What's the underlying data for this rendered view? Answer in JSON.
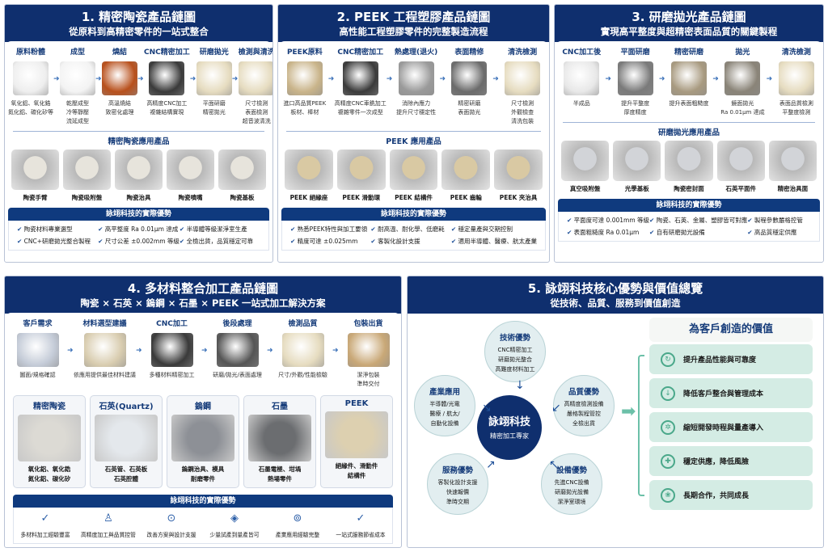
{
  "p1": {
    "title": "1. 精密陶瓷產品鏈圖",
    "subtitle": "從原料到高精密零件的一站式整合",
    "steps": [
      {
        "label": "原料粉體",
        "desc": [
          "氧化鋁、氧化鋯",
          "氮化鋁、碳化矽等"
        ],
        "color": "#eeeeee"
      },
      {
        "label": "成型",
        "desc": [
          "乾壓成型",
          "冷等靜壓",
          "流延成型"
        ],
        "color": "#f3f3f3"
      },
      {
        "label": "燒結",
        "desc": [
          "高溫燒結",
          "致密化處理"
        ],
        "color": "#b8501c"
      },
      {
        "label": "CNC精密加工",
        "desc": [
          "高精度CNC加工",
          "複雜結構實現"
        ],
        "color": "#3a3a3a"
      },
      {
        "label": "研磨拋光",
        "desc": [
          "平面研磨",
          "精密拋光"
        ],
        "color": "#e6dcc0"
      },
      {
        "label": "檢測與清洗",
        "desc": [
          "尺寸檢測",
          "表面檢測",
          "超音波清洗"
        ],
        "color": "#e6dcc0"
      }
    ],
    "products_title": "精密陶瓷應用產品",
    "products": [
      "陶瓷手臂",
      "陶瓷吸附盤",
      "陶瓷治具",
      "陶瓷噴嘴",
      "陶瓷基板"
    ],
    "adv_title": "詠翊科技的實際優勢",
    "advantages": [
      "陶瓷材料專業選型",
      "高平整度 Ra 0.01μm 達成",
      "半導體等級潔淨室生產",
      "CNC+研磨拋光整合製程",
      "尺寸公差 ±0.002mm 等級",
      "全檢出貨，品質穩定可靠"
    ]
  },
  "p2": {
    "title": "2. PEEK 工程塑膠產品鏈圖",
    "subtitle": "高性能工程塑膠零件的完整製造流程",
    "steps": [
      {
        "label": "PEEK原料",
        "desc": [
          "進口高品質PEEK",
          "板材、棒材"
        ],
        "color": "#c9b48a"
      },
      {
        "label": "CNC精密加工",
        "desc": [
          "高精度CNC車銑加工",
          "複雜零件一次成型"
        ],
        "color": "#3a3a3a"
      },
      {
        "label": "熱處理(退火)",
        "desc": [
          "消除內應力",
          "提升尺寸穩定性"
        ],
        "color": "#9a9a9a"
      },
      {
        "label": "表面精修",
        "desc": [
          "精密研磨",
          "表面拋光"
        ],
        "color": "#6b6b6b"
      },
      {
        "label": "清洗檢測",
        "desc": [
          "尺寸檢測",
          "外觀檢查",
          "清洗包裝"
        ],
        "color": "#e6dcc0"
      }
    ],
    "products_title": "PEEK 應用產品",
    "products": [
      "PEEK 絕緣座",
      "PEEK 滑動環",
      "PEEK 結構件",
      "PEEK 齒輪",
      "PEEK 夾治具"
    ],
    "adv_title": "詠翊科技的實際優勢",
    "advantages": [
      "熟悉PEEK特性與加工要領",
      "耐高溫、耐化學、低磨耗",
      "穩定量產與交期控制",
      "精度可達 ±0.025mm",
      "客製化設計支援",
      "適用半導體、醫療、航太產業"
    ]
  },
  "p3": {
    "title": "3. 研磨拋光產品鏈圖",
    "subtitle": "實現高平整度與超精密表面品質的關鍵製程",
    "steps": [
      {
        "label": "CNC加工後",
        "desc": [
          "半成品"
        ],
        "color": "#e8e8e8"
      },
      {
        "label": "平面研磨",
        "desc": [
          "提升平整度",
          "厚度精度"
        ],
        "color": "#7a7a7a"
      },
      {
        "label": "精密研磨",
        "desc": [
          "提升表面粗糙度"
        ],
        "color": "#a89a80"
      },
      {
        "label": "拋光",
        "desc": [
          "鏡面拋光",
          "Ra 0.01μm 達成"
        ],
        "color": "#8a8478"
      },
      {
        "label": "清洗檢測",
        "desc": [
          "表面品質檢測",
          "平整度檢測"
        ],
        "color": "#e6dcc0"
      }
    ],
    "products_title": "研磨拋光應用產品",
    "products": [
      "真空吸附盤",
      "光學基板",
      "陶瓷密封面",
      "石英平面件",
      "精密治具面"
    ],
    "adv_title": "詠翊科技的實際優勢",
    "advantages": [
      "平面度可達 0.001mm 等級",
      "陶瓷、石英、金屬、塑膠皆可對應",
      "製程參數嚴格控管",
      "表面粗糙度 Ra 0.01μm",
      "自有研磨拋光設備",
      "高品質穩定供應"
    ]
  },
  "p4": {
    "title": "4.  多材料整合加工產品鏈圖",
    "subtitle": "陶瓷 × 石英 × 鎢鋼 × 石墨 × PEEK  一站式加工解決方案",
    "steps": [
      {
        "label": "客戶需求",
        "desc": [
          "圖面/規格確認"
        ],
        "color": "#c5ccd8"
      },
      {
        "label": "材料選型建議",
        "desc": [
          "依應用提供最佳材料建議"
        ],
        "color": "#d9cdb0"
      },
      {
        "label": "CNC加工",
        "desc": [
          "多種材料精密加工"
        ],
        "color": "#3a3a3a"
      },
      {
        "label": "後段處理",
        "desc": [
          "研磨/拋光/表面處理"
        ],
        "color": "#555555"
      },
      {
        "label": "檢測品質",
        "desc": [
          "尺寸/外觀/性能檢驗"
        ],
        "color": "#e6dcc0"
      },
      {
        "label": "包裝出貨",
        "desc": [
          "潔淨包裝",
          "準時交付"
        ],
        "color": "#c9a877"
      }
    ],
    "materials": [
      {
        "name": "精密陶瓷",
        "desc": [
          "氧化鋁、氧化鋯",
          "氮化鋁、碳化矽"
        ],
        "color": "#dcdad4"
      },
      {
        "name": "石英(Quartz)",
        "desc": [
          "石英管、石英板",
          "石英腔體"
        ],
        "color": "#e4e8ec"
      },
      {
        "name": "鎢鋼",
        "desc": [
          "鎢鋼治具、模具",
          "耐磨零件"
        ],
        "color": "#8d9096"
      },
      {
        "name": "石墨",
        "desc": [
          "石墨電極、坩堝",
          "熱場零件"
        ],
        "color": "#6b6d70"
      },
      {
        "name": "PEEK",
        "desc": [
          "絕緣件、滑動件",
          "結構件"
        ],
        "color": "#ddd0b0"
      }
    ],
    "adv_title": "詠翊科技的實際優勢",
    "advantages": [
      {
        "icon": "✓",
        "label": "多材料加工經驗豐富"
      },
      {
        "icon": "♙",
        "label": "高精度加工與品質控管"
      },
      {
        "icon": "⊙",
        "label": "改善方案與設計支援"
      },
      {
        "icon": "◈",
        "label": "少量試產到量產皆可"
      },
      {
        "icon": "⊚",
        "label": "產業應用經驗完整"
      },
      {
        "icon": "✓",
        "label": "一站式服務節省成本"
      }
    ]
  },
  "p5": {
    "title": "5.  詠翊科技核心優勢與價值總覽",
    "subtitle": "從技術、品質、服務到價值創造",
    "center": {
      "name": "詠翊科技",
      "sub": "精密加工專家"
    },
    "circles": [
      {
        "title": "技術優勢",
        "lines": [
          "CNC精密加工",
          "研磨拋光整合",
          "高難度材料加工"
        ]
      },
      {
        "title": "產業應用",
        "lines": [
          "半導體/光電",
          "醫療 / 航太/",
          "自動化設備"
        ]
      },
      {
        "title": "品質優勢",
        "lines": [
          "高精度檢測設備",
          "嚴格製程管控",
          "全檢出貨"
        ]
      },
      {
        "title": "服務優勢",
        "lines": [
          "客製化設計支援",
          "快速報價",
          "準時交期"
        ]
      },
      {
        "title": "設備優勢",
        "lines": [
          "先進CNC設備",
          "研磨拋光設備",
          "潔淨室環境"
        ]
      }
    ],
    "values_title": "為客戶創造的價值",
    "values": [
      {
        "icon": "↻",
        "label": "提升產品性能與可靠度"
      },
      {
        "icon": "↓",
        "label": "降低客戶整合與管理成本"
      },
      {
        "icon": "✲",
        "label": "縮短開發時程與量產導入"
      },
      {
        "icon": "✚",
        "label": "穩定供應，降低風險"
      },
      {
        "icon": "❀",
        "label": "長期合作，共同成長"
      }
    ]
  }
}
